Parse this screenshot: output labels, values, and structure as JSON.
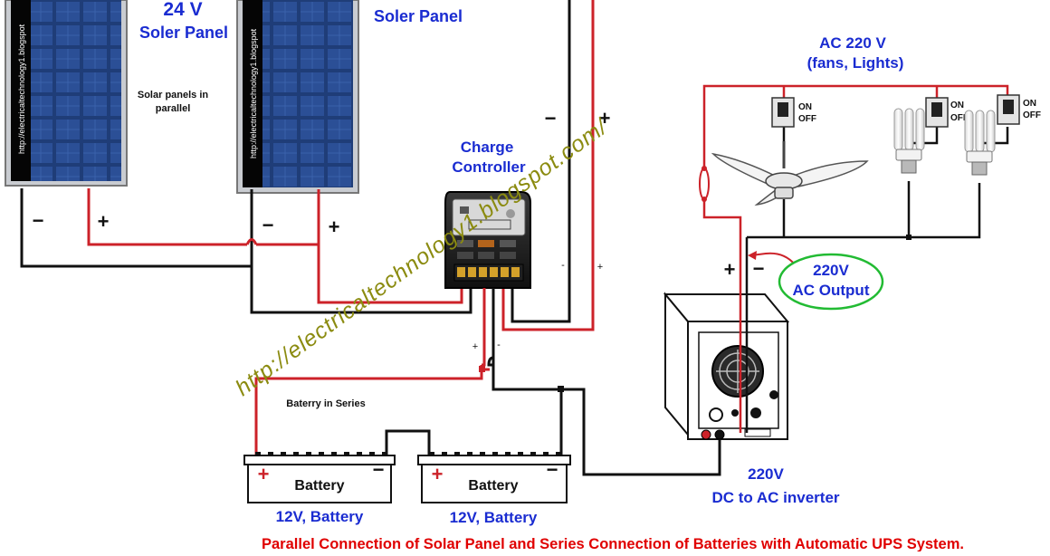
{
  "labels": {
    "panel1_voltage": "24 V",
    "panel1_name": "Soler Panel",
    "panel2_name": "Soler Panel",
    "panels_note_line1": "Solar panels in",
    "panels_note_line2": "parallel",
    "panel_watermark": "http://electricaltechnology1.blogspot",
    "charge_controller_line1": "Charge",
    "charge_controller_line2": "Controller",
    "ac_load_line1": "AC 220 V",
    "ac_load_line2": "(fans, Lights)",
    "switch_on": "ON",
    "switch_off": "OFF",
    "ac_output_line1": "220V",
    "ac_output_line2": "AC Output",
    "inverter_line1": "220V",
    "inverter_line2": "DC to AC inverter",
    "battery_series_note": "Baterry in Series",
    "battery_name": "Battery",
    "battery1_rating": "12V, Battery",
    "battery2_rating": "12V, Battery",
    "watermark_url": "http://electricaltechnology1.blogspot.com/",
    "caption": "Parallel Connection of Solar Panel and Series Connection of Batteries with Automatic UPS System.",
    "plus": "+",
    "minus": "−",
    "plus_small": "+",
    "minus_small": "-"
  },
  "colors": {
    "wire_red": "#cc2229",
    "wire_black": "#111111",
    "label_blue": "#1a2cd1",
    "caption_red": "#e00000",
    "watermark": "#8b8b10",
    "ac_output_ring": "#22bb33",
    "panel_cell": "#1f3d78"
  }
}
